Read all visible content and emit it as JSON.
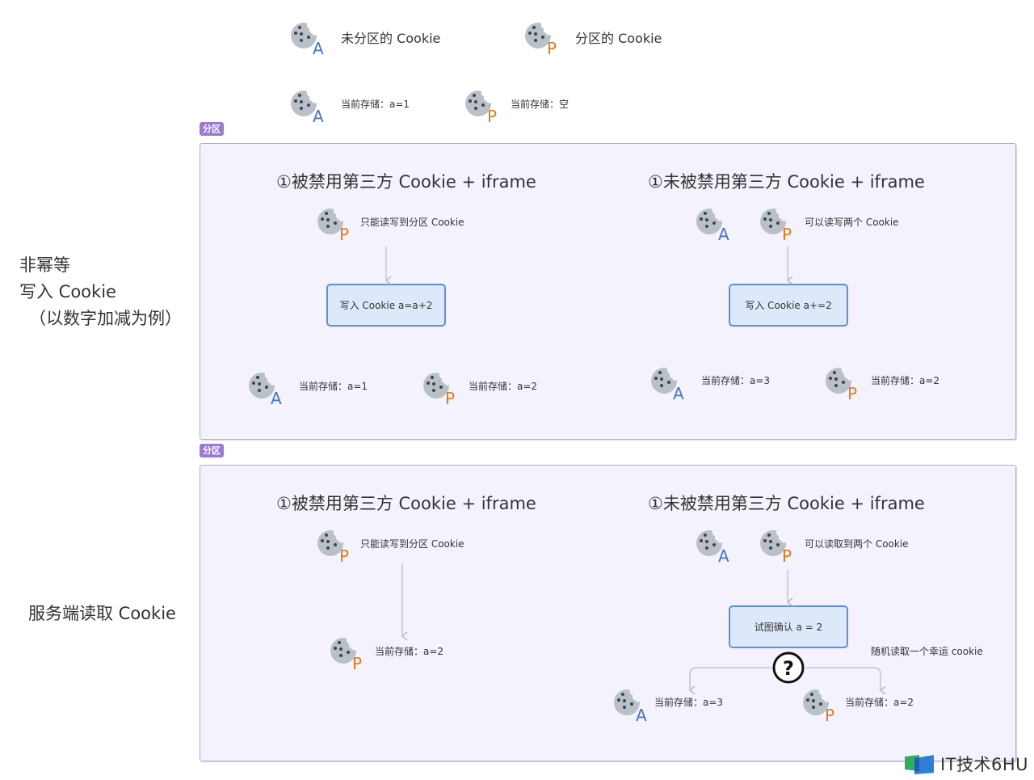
{
  "legend": {
    "unpartitioned": {
      "letter": "A",
      "label": "未分区的 Cookie"
    },
    "partitioned": {
      "letter": "P",
      "label": "分区的 Cookie"
    },
    "initial_a": {
      "letter": "A",
      "label": "当前存储：a=1"
    },
    "initial_p": {
      "letter": "P",
      "label": "当前存储：空"
    }
  },
  "colors": {
    "letter_a": "#4a72c8",
    "letter_p": "#e07c1c",
    "panel_bg": "#f4f2fc",
    "tag_bg": "#9a7bd2",
    "box_bg": "#dde9fa",
    "box_border": "#5e8fd8"
  },
  "sections": [
    {
      "side_label": [
        "非幂等",
        "写入 Cookie",
        "（以数字加减为例）"
      ],
      "tag": "分区",
      "left": {
        "title": "①被禁用第三方 Cookie + iframe",
        "note": "只能读写到分区 Cookie",
        "note_letters": [
          "P"
        ],
        "action": "写入 Cookie a=a+2",
        "results": [
          {
            "letter": "A",
            "label": "当前存储：a=1"
          },
          {
            "letter": "P",
            "label": "当前存储：a=2"
          }
        ]
      },
      "right": {
        "title": "①未被禁用第三方 Cookie + iframe",
        "note": "可以读写两个 Cookie",
        "note_letters": [
          "A",
          "P"
        ],
        "action": "写入 Cookie a+=2",
        "results": [
          {
            "letter": "A",
            "label": "当前存储：a=3"
          },
          {
            "letter": "P",
            "label": "当前存储：a=2"
          }
        ]
      }
    },
    {
      "side_label": [
        "服务端读取 Cookie"
      ],
      "tag": "分区",
      "left": {
        "title": "①被禁用第三方 Cookie + iframe",
        "note": "只能读写到分区 Cookie",
        "note_letters": [
          "P"
        ],
        "results": [
          {
            "letter": "P",
            "label": "当前存储：a=2"
          }
        ]
      },
      "right": {
        "title": "①未被禁用第三方 Cookie + iframe",
        "note": "可以读取到两个 Cookie",
        "note_letters": [
          "A",
          "P"
        ],
        "action": "试图确认 a = 2",
        "branch_note": "随机读取一个幸运 cookie",
        "branch_symbol": "?",
        "results": [
          {
            "letter": "A",
            "label": "当前存储：a=3"
          },
          {
            "letter": "P",
            "label": "当前存储：a=2"
          }
        ]
      }
    }
  ],
  "watermark": "IT技术6HU"
}
